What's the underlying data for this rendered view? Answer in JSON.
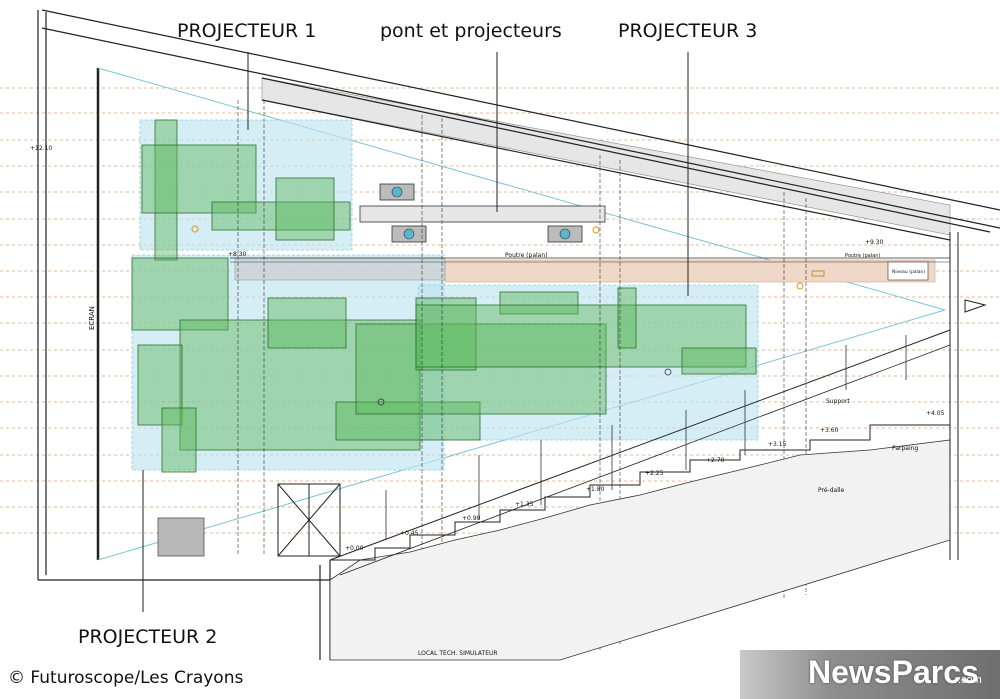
{
  "labels": {
    "projector1": "PROJECTEUR 1",
    "bridge": "pont et projecteurs",
    "projector3": "PROJECTEUR 3",
    "projector2": "PROJECTEUR 2",
    "screen": "ECRAN",
    "beam": "Poutre (palan)",
    "beam_right": "Poutre (palan)",
    "niveau": "Niveau (palan)",
    "support": "Support",
    "parpaing": "Parpaing",
    "predalle": "Pré-dalle",
    "local_tech": "LOCAL TECH. SIMULATEUR"
  },
  "levels": {
    "l1210": "+12.10",
    "l930": "+9.30",
    "l830": "+8.30",
    "l405": "+4.05",
    "l360": "+3.60",
    "l315": "+3.15",
    "l270": "+2.70",
    "l225": "+2.25",
    "l180": "+1.80",
    "l135": "+1.35",
    "l090": "+0.90",
    "l045": "+0.45",
    "l000": "+0.00"
  },
  "credit": "© Futuroscope/Les Crayons",
  "logo": {
    "name": "NewsParcs",
    "suffix": ".com"
  },
  "colors": {
    "green": "#5cb85c",
    "blue": "#bfe4f0",
    "orange_dash": "#e8a070",
    "roof_gray": "#e6e6e6"
  }
}
